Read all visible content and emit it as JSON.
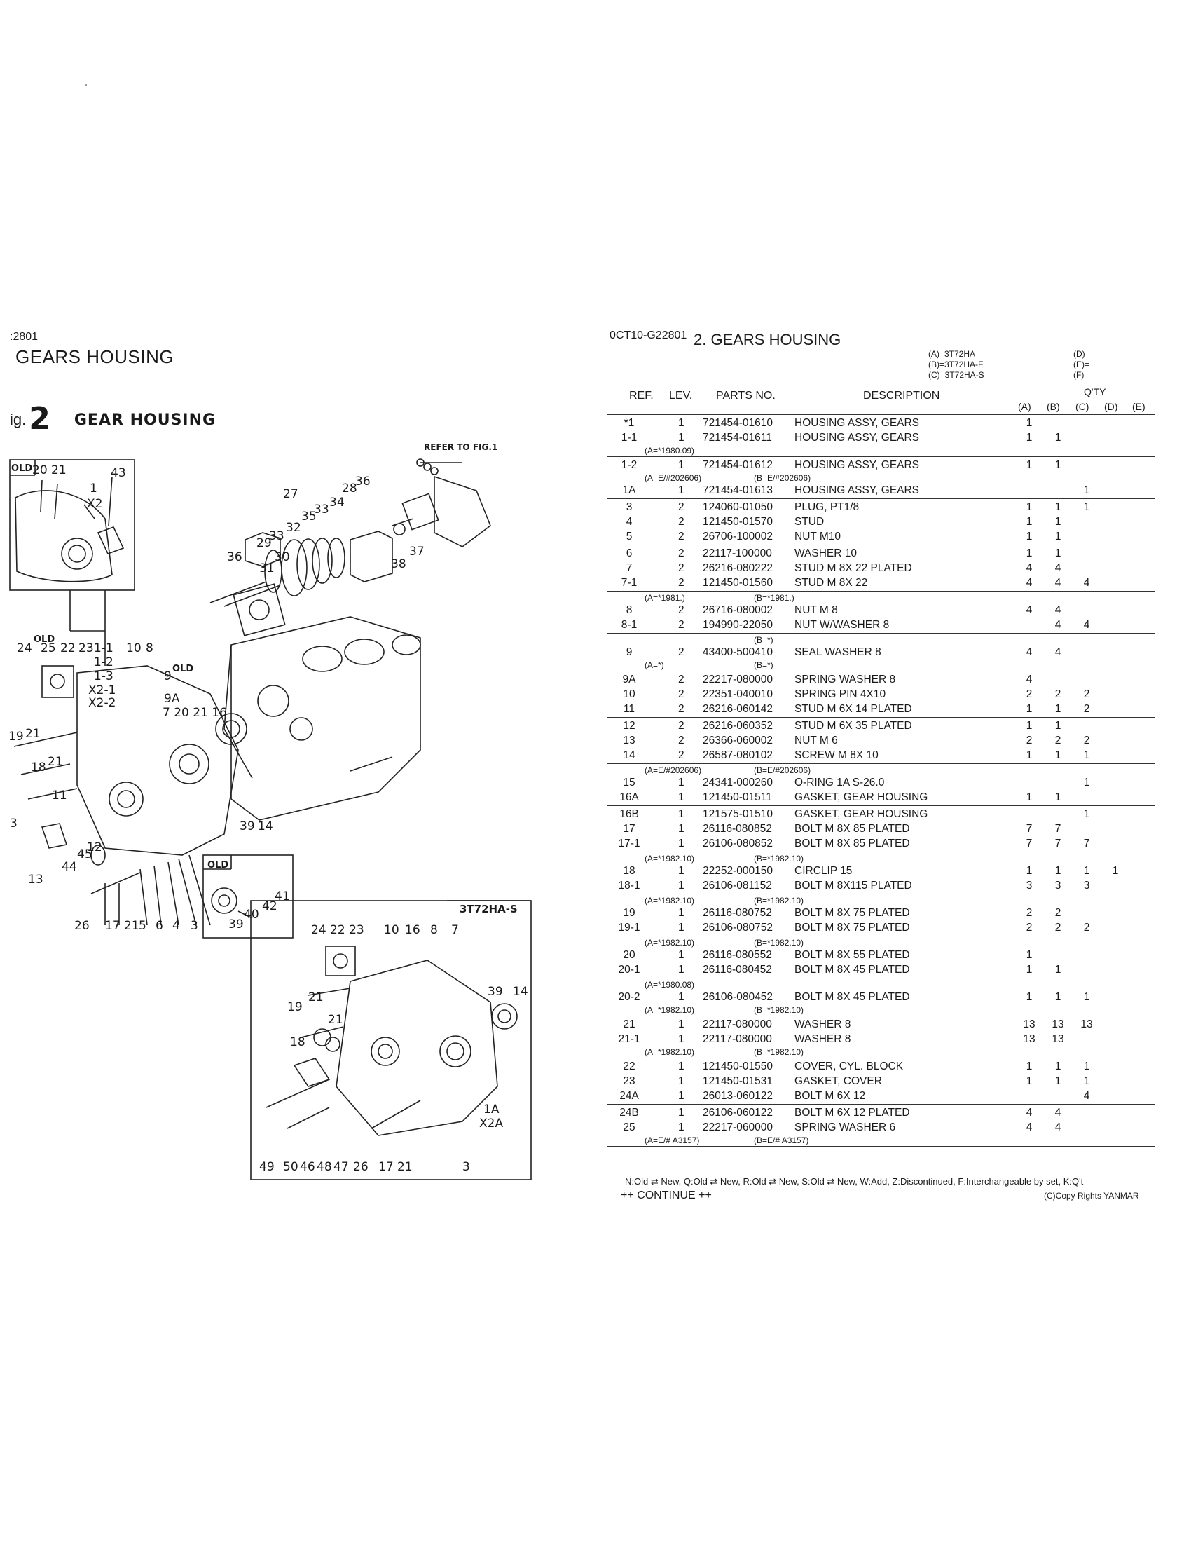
{
  "left_page": {
    "code": ":2801",
    "title": "GEARS HOUSING",
    "fig_prefix": "ig.",
    "fig_number": "2",
    "fig_name": "GEAR HOUSING"
  },
  "drawing": {
    "refer_label": "REFER TO FIG.1",
    "inset_label": "3T72HA-S",
    "old_label": "OLD",
    "callouts": [
      "20",
      "21",
      "43",
      "1",
      "X2",
      "27",
      "28",
      "36",
      "35",
      "33",
      "34",
      "32",
      "29",
      "33",
      "30",
      "31",
      "36",
      "38",
      "37",
      "24",
      "25",
      "22",
      "23",
      "1-1",
      "10",
      "8",
      "1-2",
      "1-3",
      "9",
      "X2-1",
      "X2-2",
      "9A",
      "7",
      "20",
      "21",
      "16",
      "19",
      "21",
      "18",
      "21",
      "11",
      "3",
      "45",
      "12",
      "44",
      "13",
      "26",
      "17",
      "21",
      "5",
      "6",
      "4",
      "3",
      "39",
      "14",
      "39",
      "40",
      "42",
      "41",
      "24",
      "22",
      "23",
      "10",
      "16",
      "8",
      "7",
      "39",
      "14",
      "19",
      "21",
      "21",
      "18",
      "1A",
      "X2A",
      "49",
      "50",
      "46",
      "48",
      "47",
      "26",
      "17",
      "21",
      "3"
    ]
  },
  "right_page": {
    "code": "0CT10-G22801",
    "title": "2.  GEARS HOUSING",
    "models_left": [
      "(A)=3T72HA",
      "(B)=3T72HA-F",
      "(C)=3T72HA-S"
    ],
    "models_right": [
      "(D)=",
      "(E)=",
      "(F)="
    ],
    "headers": {
      "ref": "REF.",
      "lev": "LEV.",
      "parts_no": "PARTS NO.",
      "description": "DESCRIPTION",
      "qty": "Q'TY"
    },
    "qty_columns": [
      "(A)",
      "(B)",
      "(C)",
      "(D)",
      "(E)"
    ],
    "rows": [
      {
        "t": "p",
        "ref": "*1",
        "lev": "1",
        "pn": "721454-01610",
        "desc": "HOUSING ASSY, GEARS",
        "q": [
          "1",
          "",
          "",
          "",
          ""
        ]
      },
      {
        "t": "p",
        "ref": "1-1",
        "lev": "1",
        "pn": "721454-01611",
        "desc": "HOUSING ASSY, GEARS",
        "q": [
          "1",
          "1",
          "",
          "",
          ""
        ]
      },
      {
        "t": "n",
        "a": "(A=*1980.09)",
        "b": ""
      },
      {
        "t": "s"
      },
      {
        "t": "p",
        "ref": "1-2",
        "lev": "1",
        "pn": "721454-01612",
        "desc": "HOUSING ASSY, GEARS",
        "q": [
          "1",
          "1",
          "",
          "",
          ""
        ]
      },
      {
        "t": "n",
        "a": "(A=E/#202606)",
        "b": "(B=E/#202606)"
      },
      {
        "t": "p",
        "ref": "1A",
        "lev": "1",
        "pn": "721454-01613",
        "desc": "HOUSING ASSY, GEARS",
        "q": [
          "",
          "",
          "1",
          "",
          ""
        ]
      },
      {
        "t": "s"
      },
      {
        "t": "p",
        "ref": "3",
        "lev": "2",
        "pn": "124060-01050",
        "desc": "PLUG, PT1/8",
        "q": [
          "1",
          "1",
          "1",
          "",
          ""
        ]
      },
      {
        "t": "p",
        "ref": "4",
        "lev": "2",
        "pn": "121450-01570",
        "desc": "STUD",
        "q": [
          "1",
          "1",
          "",
          "",
          ""
        ]
      },
      {
        "t": "p",
        "ref": "5",
        "lev": "2",
        "pn": "26706-100002",
        "desc": "NUT M10",
        "q": [
          "1",
          "1",
          "",
          "",
          ""
        ]
      },
      {
        "t": "s"
      },
      {
        "t": "p",
        "ref": "6",
        "lev": "2",
        "pn": "22117-100000",
        "desc": "WASHER 10",
        "q": [
          "1",
          "1",
          "",
          "",
          ""
        ]
      },
      {
        "t": "p",
        "ref": "7",
        "lev": "2",
        "pn": "26216-080222",
        "desc": "STUD M 8X 22 PLATED",
        "q": [
          "4",
          "4",
          "",
          "",
          ""
        ]
      },
      {
        "t": "p",
        "ref": "7-1",
        "lev": "2",
        "pn": "121450-01560",
        "desc": "STUD M 8X 22",
        "q": [
          "4",
          "4",
          "4",
          "",
          ""
        ]
      },
      {
        "t": "s"
      },
      {
        "t": "n",
        "a": "(A=*1981.)",
        "b": "(B=*1981.)"
      },
      {
        "t": "p",
        "ref": "8",
        "lev": "2",
        "pn": "26716-080002",
        "desc": "NUT M 8",
        "q": [
          "4",
          "4",
          "",
          "",
          ""
        ]
      },
      {
        "t": "p",
        "ref": "8-1",
        "lev": "2",
        "pn": "194990-22050",
        "desc": "NUT W/WASHER 8",
        "q": [
          "",
          "4",
          "4",
          "",
          ""
        ]
      },
      {
        "t": "s"
      },
      {
        "t": "n",
        "a": "",
        "b": "(B=*)"
      },
      {
        "t": "p",
        "ref": "9",
        "lev": "2",
        "pn": "43400-500410",
        "desc": "SEAL WASHER 8",
        "q": [
          "4",
          "4",
          "",
          "",
          ""
        ]
      },
      {
        "t": "n",
        "a": "(A=*)",
        "b": "(B=*)"
      },
      {
        "t": "s"
      },
      {
        "t": "p",
        "ref": "9A",
        "lev": "2",
        "pn": "22217-080000",
        "desc": "SPRING WASHER 8",
        "q": [
          "4",
          "",
          "",
          "",
          ""
        ]
      },
      {
        "t": "p",
        "ref": "10",
        "lev": "2",
        "pn": "22351-040010",
        "desc": "SPRING PIN 4X10",
        "q": [
          "2",
          "2",
          "2",
          "",
          ""
        ]
      },
      {
        "t": "p",
        "ref": "11",
        "lev": "2",
        "pn": "26216-060142",
        "desc": "STUD M 6X 14 PLATED",
        "q": [
          "1",
          "1",
          "2",
          "",
          ""
        ]
      },
      {
        "t": "s"
      },
      {
        "t": "p",
        "ref": "12",
        "lev": "2",
        "pn": "26216-060352",
        "desc": "STUD M 6X 35 PLATED",
        "q": [
          "1",
          "1",
          "",
          "",
          ""
        ]
      },
      {
        "t": "p",
        "ref": "13",
        "lev": "2",
        "pn": "26366-060002",
        "desc": "NUT M 6",
        "q": [
          "2",
          "2",
          "2",
          "",
          ""
        ]
      },
      {
        "t": "p",
        "ref": "14",
        "lev": "2",
        "pn": "26587-080102",
        "desc": "SCREW M 8X 10",
        "q": [
          "1",
          "1",
          "1",
          "",
          ""
        ]
      },
      {
        "t": "s"
      },
      {
        "t": "n",
        "a": "(A=E/#202606)",
        "b": "(B=E/#202606)"
      },
      {
        "t": "p",
        "ref": "15",
        "lev": "1",
        "pn": "24341-000260",
        "desc": "O-RING 1A S-26.0",
        "q": [
          "",
          "",
          "1",
          "",
          ""
        ]
      },
      {
        "t": "p",
        "ref": "16A",
        "lev": "1",
        "pn": "121450-01511",
        "desc": "GASKET, GEAR HOUSING",
        "q": [
          "1",
          "1",
          "",
          "",
          ""
        ]
      },
      {
        "t": "s"
      },
      {
        "t": "p",
        "ref": "16B",
        "lev": "1",
        "pn": "121575-01510",
        "desc": "GASKET, GEAR HOUSING",
        "q": [
          "",
          "",
          "1",
          "",
          ""
        ]
      },
      {
        "t": "p",
        "ref": "17",
        "lev": "1",
        "pn": "26116-080852",
        "desc": "BOLT M 8X 85 PLATED",
        "q": [
          "7",
          "7",
          "",
          "",
          ""
        ]
      },
      {
        "t": "p",
        "ref": "17-1",
        "lev": "1",
        "pn": "26106-080852",
        "desc": "BOLT M 8X 85 PLATED",
        "q": [
          "7",
          "7",
          "7",
          "",
          ""
        ]
      },
      {
        "t": "s"
      },
      {
        "t": "n",
        "a": "(A=*1982.10)",
        "b": "(B=*1982.10)"
      },
      {
        "t": "p",
        "ref": "18",
        "lev": "1",
        "pn": "22252-000150",
        "desc": "CIRCLIP  15",
        "q": [
          "1",
          "1",
          "1",
          "1",
          ""
        ]
      },
      {
        "t": "p",
        "ref": "18-1",
        "lev": "1",
        "pn": "26106-081152",
        "desc": "BOLT M 8X115 PLATED",
        "q": [
          "3",
          "3",
          "3",
          "",
          ""
        ]
      },
      {
        "t": "s"
      },
      {
        "t": "n",
        "a": "(A=*1982.10)",
        "b": "(B=*1982.10)"
      },
      {
        "t": "p",
        "ref": "19",
        "lev": "1",
        "pn": "26116-080752",
        "desc": "BOLT M 8X 75 PLATED",
        "q": [
          "2",
          "2",
          "",
          "",
          ""
        ]
      },
      {
        "t": "p",
        "ref": "19-1",
        "lev": "1",
        "pn": "26106-080752",
        "desc": "BOLT M 8X 75 PLATED",
        "q": [
          "2",
          "2",
          "2",
          "",
          ""
        ]
      },
      {
        "t": "s"
      },
      {
        "t": "n",
        "a": "(A=*1982.10)",
        "b": "(B=*1982.10)"
      },
      {
        "t": "p",
        "ref": "20",
        "lev": "1",
        "pn": "26116-080552",
        "desc": "BOLT M 8X 55 PLATED",
        "q": [
          "1",
          "",
          "",
          "",
          ""
        ]
      },
      {
        "t": "p",
        "ref": "20-1",
        "lev": "1",
        "pn": "26116-080452",
        "desc": "BOLT M 8X 45 PLATED",
        "q": [
          "1",
          "1",
          "",
          "",
          ""
        ]
      },
      {
        "t": "s"
      },
      {
        "t": "n",
        "a": "(A=*1980.08)",
        "b": ""
      },
      {
        "t": "p",
        "ref": "20-2",
        "lev": "1",
        "pn": "26106-080452",
        "desc": "BOLT M 8X 45 PLATED",
        "q": [
          "1",
          "1",
          "1",
          "",
          ""
        ]
      },
      {
        "t": "n",
        "a": "(A=*1982.10)",
        "b": "(B=*1982.10)"
      },
      {
        "t": "s"
      },
      {
        "t": "p",
        "ref": "21",
        "lev": "1",
        "pn": "22117-080000",
        "desc": "WASHER  8",
        "q": [
          "13",
          "13",
          "13",
          "",
          ""
        ]
      },
      {
        "t": "p",
        "ref": "21-1",
        "lev": "1",
        "pn": "22117-080000",
        "desc": "WASHER  8",
        "q": [
          "13",
          "13",
          "",
          "",
          ""
        ]
      },
      {
        "t": "n",
        "a": "(A=*1982.10)",
        "b": "(B=*1982.10)"
      },
      {
        "t": "s"
      },
      {
        "t": "p",
        "ref": "22",
        "lev": "1",
        "pn": "121450-01550",
        "desc": "COVER, CYL. BLOCK",
        "q": [
          "1",
          "1",
          "1",
          "",
          ""
        ]
      },
      {
        "t": "p",
        "ref": "23",
        "lev": "1",
        "pn": "121450-01531",
        "desc": "GASKET, COVER",
        "q": [
          "1",
          "1",
          "1",
          "",
          ""
        ]
      },
      {
        "t": "p",
        "ref": "24A",
        "lev": "1",
        "pn": "26013-060122",
        "desc": "BOLT M 6X 12",
        "q": [
          "",
          "",
          "4",
          "",
          ""
        ]
      },
      {
        "t": "s"
      },
      {
        "t": "p",
        "ref": "24B",
        "lev": "1",
        "pn": "26106-060122",
        "desc": "BOLT M 6X 12 PLATED",
        "q": [
          "4",
          "4",
          "",
          "",
          ""
        ]
      },
      {
        "t": "p",
        "ref": "25",
        "lev": "1",
        "pn": "22217-060000",
        "desc": "SPRING WASHER  6",
        "q": [
          "4",
          "4",
          "",
          "",
          ""
        ]
      },
      {
        "t": "n",
        "a": "(A=E/# A3157)",
        "b": "(B=E/# A3157)"
      },
      {
        "t": "s"
      }
    ],
    "legend": "N:Old ⇄ New, Q:Old ⇄ New, R:Old ⇄ New, S:Old ⇄ New, W:Add, Z:Discontinued, F:Interchangeable by set, K:Q't",
    "continue": "++ CONTINUE ++",
    "copyright": "(C)Copy Rights YANMAR"
  }
}
